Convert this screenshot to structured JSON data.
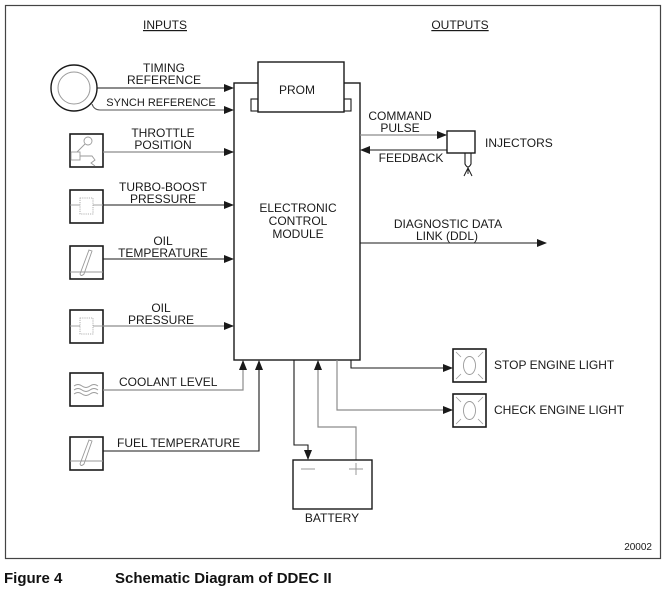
{
  "figure": {
    "number_label": "Figure 4",
    "title": "Schematic Diagram of DDEC II",
    "reference_id": "20002"
  },
  "headers": {
    "inputs": "INPUTS",
    "outputs": "OUTPUTS"
  },
  "ecm": {
    "line1": "ELECTRONIC",
    "line2": "CONTROL",
    "line3": "MODULE",
    "prom": "PROM"
  },
  "inputs": [
    {
      "id": "timing-reference",
      "icon": "timing-wheel-icon",
      "lines": [
        "TIMING",
        "REFERENCE"
      ]
    },
    {
      "id": "synch-reference",
      "icon": "timing-wheel-icon",
      "lines": [
        "SYNCH REFERENCE"
      ]
    },
    {
      "id": "throttle-position",
      "icon": "throttle-pedal-icon",
      "lines": [
        "THROTTLE",
        "POSITION"
      ]
    },
    {
      "id": "turbo-boost-pressure",
      "icon": "pressure-sensor-icon",
      "lines": [
        "TURBO-BOOST",
        "PRESSURE"
      ]
    },
    {
      "id": "oil-temperature",
      "icon": "thermometer-icon",
      "lines": [
        "OIL",
        "TEMPERATURE"
      ]
    },
    {
      "id": "oil-pressure",
      "icon": "pressure-sensor-icon",
      "lines": [
        "OIL",
        "PRESSURE"
      ]
    },
    {
      "id": "coolant-level",
      "icon": "coolant-wave-icon",
      "lines": [
        "COOLANT LEVEL"
      ]
    },
    {
      "id": "fuel-temperature",
      "icon": "thermometer-icon",
      "lines": [
        "FUEL TEMPERATURE"
      ]
    }
  ],
  "outputs": {
    "command_pulse": [
      "COMMAND",
      "PULSE"
    ],
    "feedback": "FEEDBACK",
    "injectors": "INJECTORS",
    "ddl": [
      "DIAGNOSTIC DATA",
      "LINK (DDL)"
    ],
    "stop_engine_light": "STOP ENGINE LIGHT",
    "check_engine_light": "CHECK ENGINE LIGHT",
    "battery": "BATTERY",
    "battery_neg": "—",
    "battery_pos": "+"
  },
  "colors": {
    "line_dark": "#1a1a1a",
    "line_gray": "#8c8c8c",
    "icon_gray": "#9a9a9a"
  }
}
